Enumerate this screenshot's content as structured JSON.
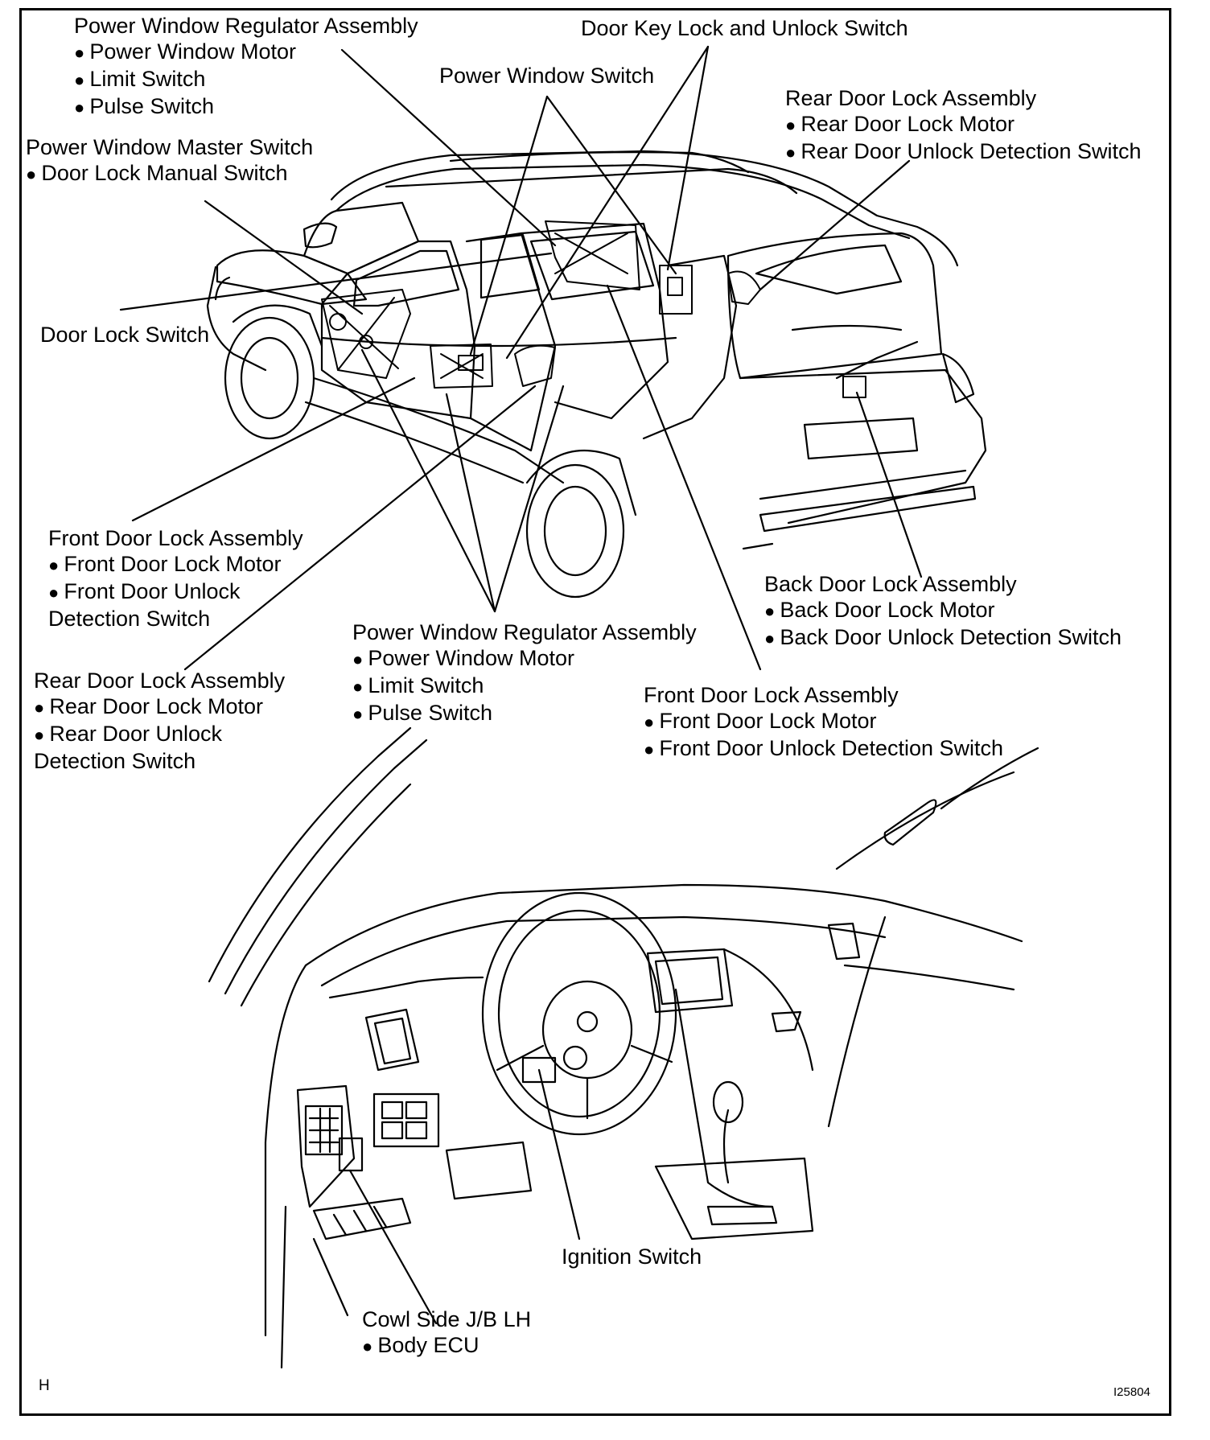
{
  "labels": {
    "pwr_reg_top": {
      "title": "Power Window Regulator Assembly",
      "items": [
        "Power Window Motor",
        "Limit Switch",
        "Pulse Switch"
      ]
    },
    "door_key_switch": {
      "title": "Door Key Lock and Unlock Switch"
    },
    "power_window_switch": {
      "title": "Power Window Switch"
    },
    "rear_door_lock_right": {
      "title": "Rear Door Lock Assembly",
      "items": [
        "Rear Door Lock Motor",
        "Rear Door Unlock Detection Switch"
      ]
    },
    "pwr_master_switch": {
      "title": "Power Window Master Switch",
      "items": [
        "Door Lock Manual Switch"
      ]
    },
    "door_lock_switch": {
      "title": "Door Lock Switch"
    },
    "front_door_lock_left": {
      "title": "Front Door Lock Assembly",
      "item1": "Front Door Lock Motor",
      "item2_line1": "Front Door Unlock",
      "item2_line2": "Detection Switch"
    },
    "back_door_lock": {
      "title": "Back Door Lock Assembly",
      "items": [
        "Back Door Lock Motor",
        "Back Door Unlock Detection Switch"
      ]
    },
    "pwr_reg_mid": {
      "title": "Power Window Regulator Assembly",
      "items": [
        "Power Window Motor",
        "Limit Switch",
        "Pulse Switch"
      ]
    },
    "rear_door_lock_left": {
      "title": "Rear Door Lock Assembly",
      "item1": "Rear Door Lock Motor",
      "item2_line1": "Rear Door Unlock",
      "item2_line2": "Detection Switch"
    },
    "front_door_lock_right": {
      "title": "Front Door Lock Assembly",
      "items": [
        "Front Door Lock Motor",
        "Front Door Unlock Detection Switch"
      ]
    },
    "ignition_switch": {
      "title": "Ignition Switch"
    },
    "cowl_side_jb": {
      "title": "Cowl Side J/B LH",
      "items": [
        "Body ECU"
      ]
    }
  },
  "footer": {
    "left_mark": "H",
    "figure_id": "I25804"
  }
}
